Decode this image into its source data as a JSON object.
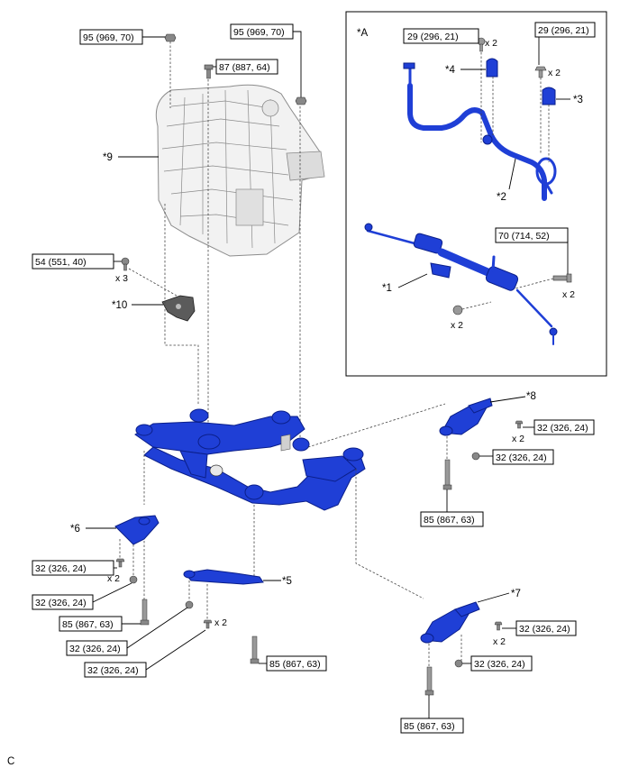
{
  "inset": {
    "label": "*A",
    "torque_stab_bracket_left": "29 (296, 21)",
    "torque_stab_bracket_right": "29 (296, 21)",
    "qty_stab_bracket_left": "x 2",
    "qty_stab_bracket_right": "x 2",
    "callout_1": "*1",
    "callout_2": "*2",
    "callout_3": "*3",
    "callout_4": "*4",
    "torque_steering_gear": "70 (714, 52)",
    "qty_steering_bolt": "x 2",
    "qty_steering_nut": "x 2"
  },
  "engine": {
    "callout_9": "*9",
    "torque_nut_left": "95 (969, 70)",
    "torque_nut_right": "95 (969, 70)",
    "torque_bolt_center": "87 (887, 64)"
  },
  "bracket10": {
    "callout": "*10",
    "torque": "54 (551, 40)",
    "qty": "x 3"
  },
  "brace8": {
    "callout": "*8",
    "torque_bolt": "32 (326, 24)",
    "qty_bolt": "x 2",
    "torque_nut": "32 (326, 24)",
    "torque_main": "85 (867, 63)"
  },
  "brace6": {
    "callout": "*6",
    "torque_bolt": "32 (326, 24)",
    "qty_bolt": "x 2",
    "torque_nut": "32 (326, 24)",
    "torque_main": "85 (867, 63)"
  },
  "brace5": {
    "callout": "*5",
    "torque_nut": "32 (326, 24)",
    "torque_bolt": "32 (326, 24)",
    "qty_bolt": "x 2",
    "torque_main": "85 (867, 63)"
  },
  "brace7": {
    "callout": "*7",
    "torque_bolt": "32 (326, 24)",
    "qty_bolt": "x 2",
    "torque_nut": "32 (326, 24)",
    "torque_main": "85 (867, 63)"
  },
  "footer": {
    "code": "C"
  },
  "colors": {
    "part_blue": "#1f3fd6",
    "line": "#000000"
  }
}
